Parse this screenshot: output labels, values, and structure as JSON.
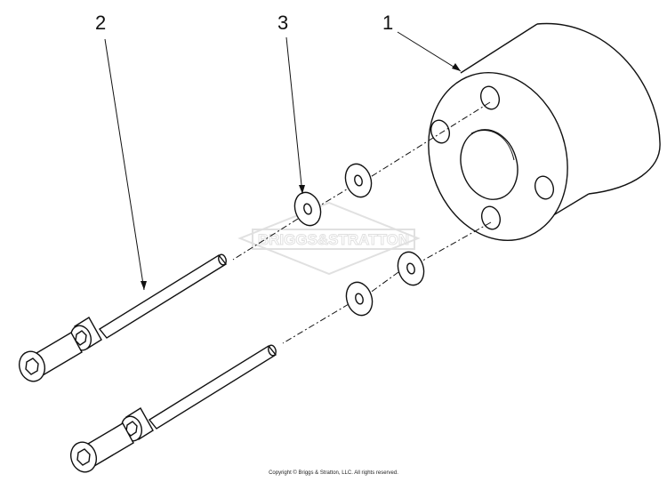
{
  "callouts": {
    "part_1": "1",
    "part_2": "2",
    "part_3": "3"
  },
  "watermark_logo_text": "BRIGGS&STRATTON",
  "copyright": "Copyright © Briggs & Stratton, LLC. All rights reserved."
}
